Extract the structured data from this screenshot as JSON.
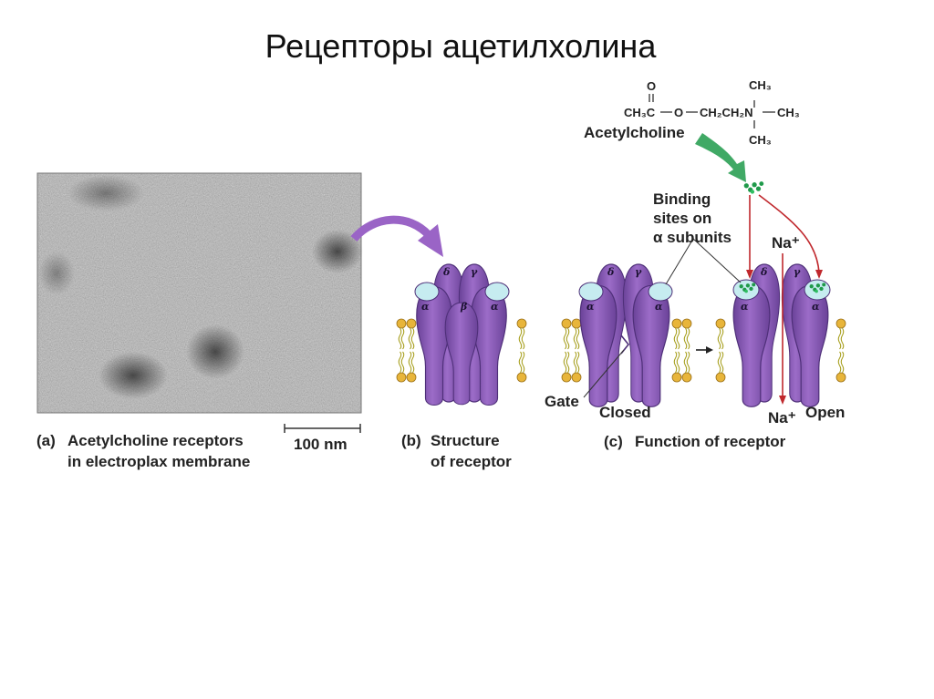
{
  "title": "Рецепторы ацетилхолина",
  "panel_a": {
    "tag": "(a)",
    "caption_line1": "Acetylcholine receptors",
    "caption_line2": "in electroplax membrane",
    "scale_bar": "100 nm"
  },
  "panel_b": {
    "tag": "(b)",
    "caption_line1": "Structure",
    "caption_line2": "of receptor",
    "subunits": {
      "alpha": "α",
      "beta": "β",
      "gamma": "γ",
      "delta": "δ"
    }
  },
  "panel_c": {
    "tag": "(c)",
    "caption": "Function of receptor",
    "acetylcholine_label": "Acetylcholine",
    "binding_line1": "Binding",
    "binding_line2": "sites on",
    "binding_line3": "α subunits",
    "ion": "Na⁺",
    "gate": "Gate",
    "closed": "Closed",
    "open": "Open"
  },
  "formula": {
    "o": "O",
    "ch3c": "CH₃C",
    "o_link": "O",
    "chain": "CH₂CH₂N",
    "ch3_top": "CH₃",
    "ch3_right": "CH₃",
    "ch3_bottom": "CH₃"
  },
  "colors": {
    "receptor": "#8a5cb8",
    "receptor_dark": "#5a3a86",
    "binding_site": "#c6ecf0",
    "membrane_head": "#e8b53a",
    "tail": "#a8a020",
    "ion_arrow": "#c0282d",
    "acetylcholine": "#1f9a4a",
    "arrow_purple": "#9a64c6"
  }
}
